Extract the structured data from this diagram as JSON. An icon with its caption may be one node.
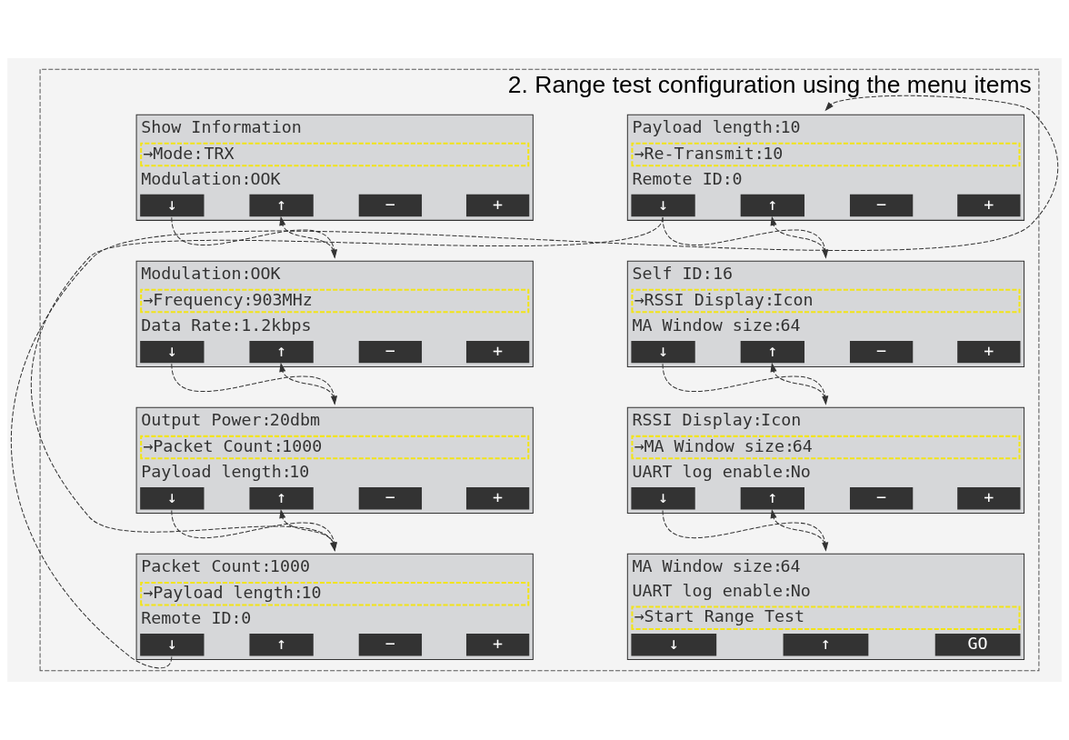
{
  "diagram": {
    "nodes": [
      {
        "text": [
          "2. Range test configuration using the menu items"
        ]
      },
      {
        "text": [
          "Show Information",
          "→Mode:",
          "TRX",
          "Modulation:",
          "OOK",
          "↓",
          "↑",
          "−",
          "+"
        ],
        "in": 0
      },
      {
        "text": [
          "Modulation:",
          "OOK",
          "→Frequency:",
          "903MHz",
          "Data Rate:",
          "1.2kbps",
          "↓",
          "↑",
          "−",
          "+"
        ],
        "in": 0
      },
      {
        "text": [
          "Output Power:",
          "20dbm",
          "→Packet Count:",
          "1000",
          "Payload length:",
          "10",
          "↓",
          "↑",
          "−",
          "+"
        ],
        "in": 0
      },
      {
        "text": [
          "Packet Count:",
          "1000",
          "→Payload length:",
          "10",
          "Remote ID:",
          "0",
          "↓",
          "↑",
          "−",
          "+"
        ],
        "in": 0
      },
      {
        "text": [
          "Payload length:",
          "10",
          "→Re-Transmit:",
          "10",
          "Remote ID:",
          "0",
          "↓",
          "↑",
          "−",
          "+"
        ],
        "in": 0
      },
      {
        "text": [
          "Self ID:",
          "16",
          "→RSSI Display:",
          "Icon",
          "MA Window size:",
          "64",
          "↓",
          "↑",
          "−",
          "+"
        ],
        "in": 0
      },
      {
        "text": [
          "RSSI Display:",
          "Icon",
          "→MA Window size:",
          "64",
          "UART log enable:",
          "No",
          "↓",
          "↑",
          "−",
          "+"
        ],
        "in": 0
      },
      {
        "text": [
          "MA Window size:",
          "64",
          "UART log enable:",
          "No",
          "→Start Range Test",
          "↓",
          "↑",
          "GO"
        ],
        "in": 0
      }
    ],
    "edges": [
      {
        "from": 1,
        "to": 2,
        "arrow": "to",
        "style": "dashed"
      },
      {
        "from": 2,
        "to": 1,
        "arrow": "to",
        "style": "dashed"
      },
      {
        "from": 2,
        "to": 3,
        "arrow": "to",
        "style": "dashed"
      },
      {
        "from": 3,
        "to": 2,
        "arrow": "to",
        "style": "dashed"
      },
      {
        "from": 3,
        "to": 4,
        "arrow": "to",
        "style": "dashed"
      },
      {
        "from": 4,
        "to": 3,
        "arrow": "to",
        "style": "dashed"
      },
      {
        "from": 4,
        "to": 5,
        "arrow": "to",
        "style": "dashed"
      },
      {
        "from": 5,
        "to": 4,
        "arrow": "to",
        "style": "dashed"
      },
      {
        "from": 5,
        "to": 6,
        "arrow": "to",
        "style": "dashed"
      },
      {
        "from": 6,
        "to": 5,
        "arrow": "to",
        "style": "dashed"
      },
      {
        "from": 6,
        "to": 7,
        "arrow": "to",
        "style": "dashed"
      },
      {
        "from": 7,
        "to": 6,
        "arrow": "to",
        "style": "dashed"
      },
      {
        "from": 7,
        "to": 8,
        "arrow": "to",
        "style": "dashed"
      },
      {
        "from": 8,
        "to": 7,
        "arrow": "to",
        "style": "dashed"
      }
    ]
  }
}
